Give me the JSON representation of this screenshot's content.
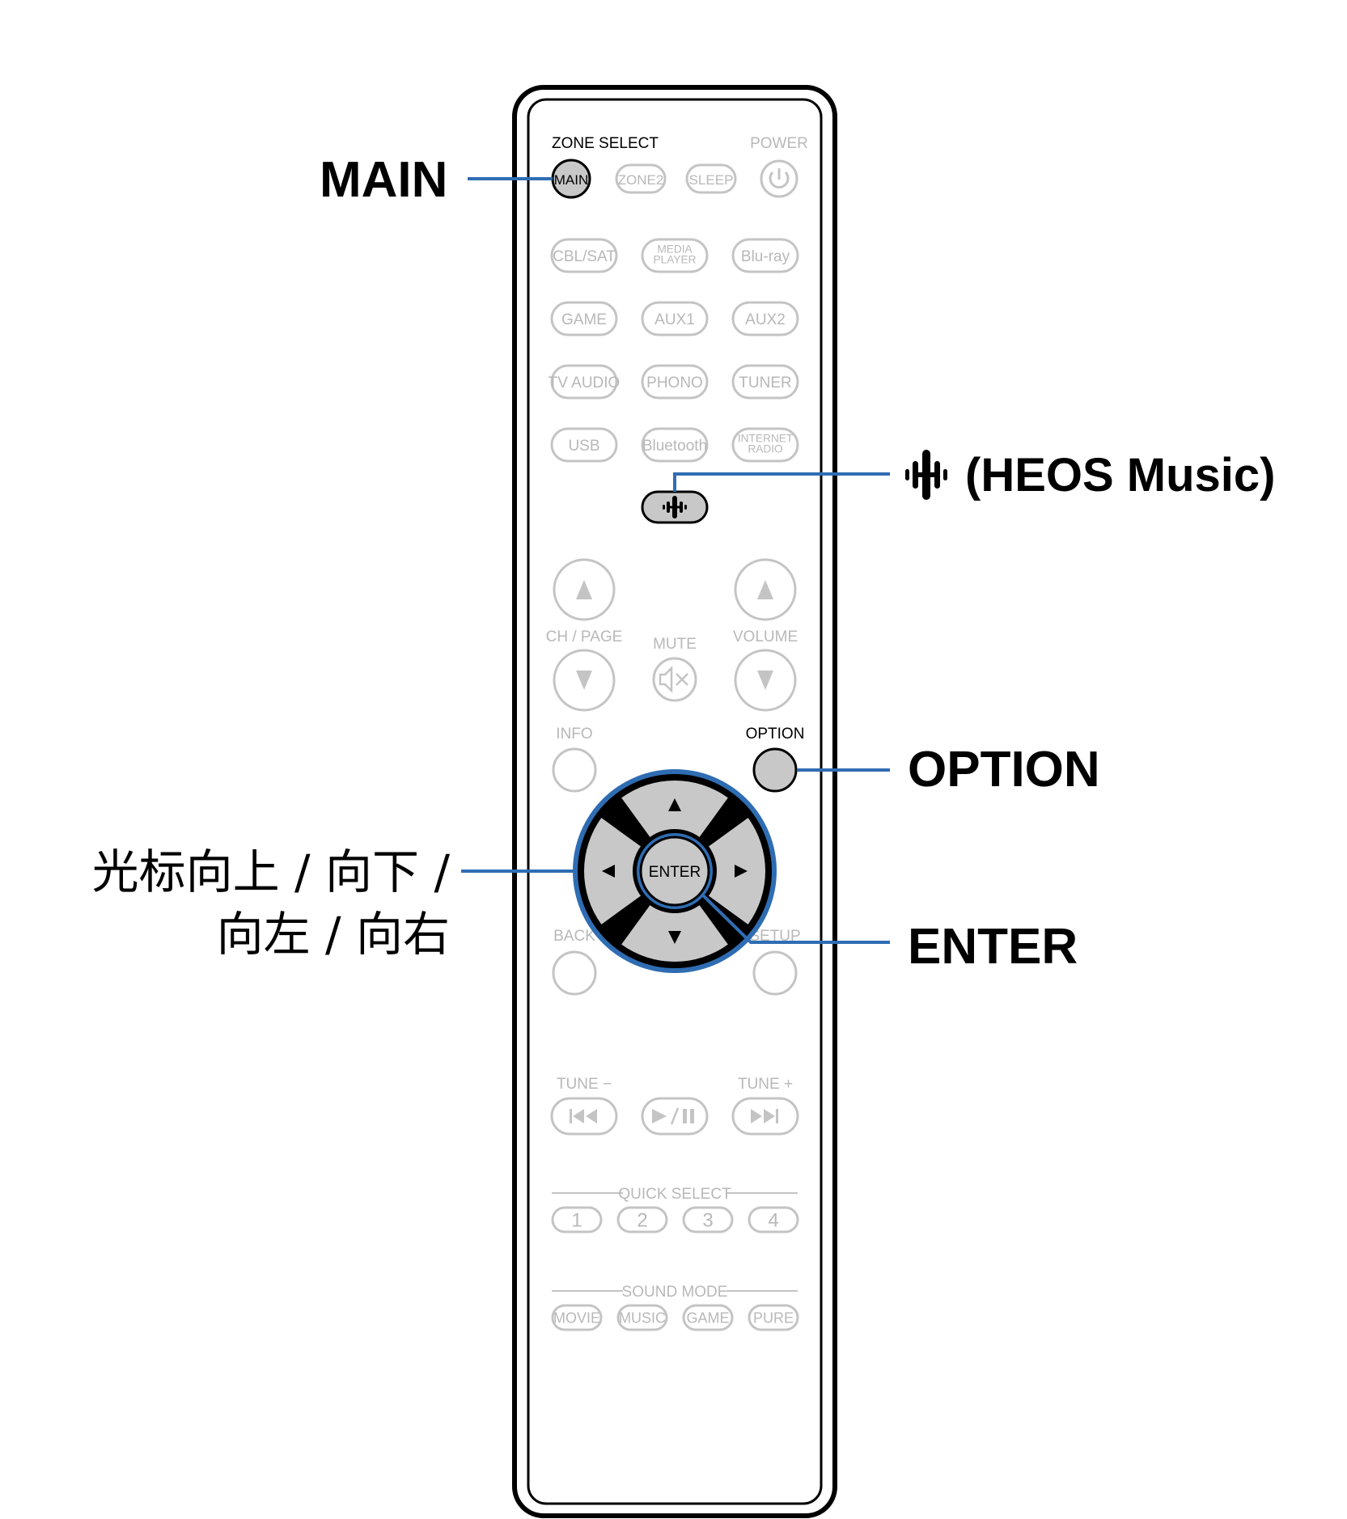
{
  "colors": {
    "callout": "#2f6db3",
    "faint": "#c4c4c4",
    "active_fill": "#c8c8c8"
  },
  "callouts": {
    "main": "MAIN",
    "heos": "(HEOS Music)",
    "option": "OPTION",
    "cursor_line1": "光标向上 / 向下 /",
    "cursor_line2": "向左 / 向右",
    "enter": "ENTER"
  },
  "remote": {
    "zone_select": "ZONE SELECT",
    "power": "POWER",
    "zone_buttons": [
      "MAIN",
      "ZONE2",
      "SLEEP"
    ],
    "sources": [
      [
        "CBL/SAT",
        "MEDIA\nPLAYER",
        "Blu-ray"
      ],
      [
        "GAME",
        "AUX1",
        "AUX2"
      ],
      [
        "TV AUDIO",
        "PHONO",
        "TUNER"
      ],
      [
        "USB",
        "Bluetooth",
        "INTERNET\nRADIO"
      ]
    ],
    "ch_page": "CH / PAGE",
    "mute": "MUTE",
    "volume": "VOLUME",
    "info": "INFO",
    "option": "OPTION",
    "enter": "ENTER",
    "back": "BACK",
    "setup": "SETUP",
    "tune_minus": "TUNE −",
    "tune_plus": "TUNE +",
    "quick_select": "QUICK SELECT",
    "quick_buttons": [
      "1",
      "2",
      "3",
      "4"
    ],
    "sound_mode": "SOUND MODE",
    "sound_buttons": [
      "MOVIE",
      "MUSIC",
      "GAME",
      "PURE"
    ]
  }
}
